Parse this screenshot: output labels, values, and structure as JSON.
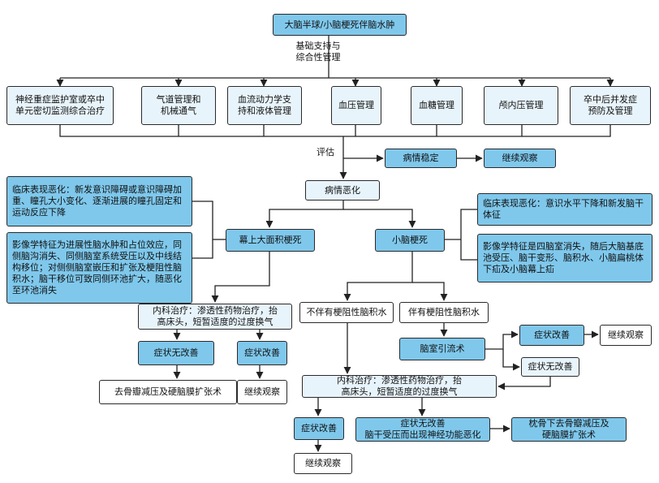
{
  "nodes": {
    "root": "大脑半球/小脑梗死伴脑水肿",
    "m1": "神经重症监护室或卒中\n单元密切监测综合治疗",
    "m2": "气道管理和\n机械通气",
    "m3": "血流动力学支\n持和液体管理",
    "m4": "血压管理",
    "m5": "血糖管理",
    "m6": "颅内压管理",
    "m7": "卒中后并发症\n预防及管理",
    "stable": "病情稳定",
    "observe_top": "继续观察",
    "worsen": "病情恶化",
    "clin_sup": "临床表现恶化：新发意识障碍或意识障碍加重、瞳孔大小变化、逐渐进展的瞳孔固定和运动反应下降",
    "img_sup": "影像学特征为进展性脑水肿和占位效应，同侧脑沟消失、同侧脑室系统受压以及中线结构移位；对侧侧脑室嵌压和扩张及梗阻性脑积水；脑干移位可致同侧环池扩大，随恶化至环池消失",
    "supratentorial": "幕上大面积梗死",
    "cerebellar": "小脑梗死",
    "clin_cer": "临床表现恶化：意识水平下降和新发脑干体征",
    "img_cer": "影像学特征是四脑室消失，随后大脑基底池受压、脑干变形、脑积水、小脑扁桃体下疝及小脑幕上疝",
    "med1": "内科治疗：渗透性药物治疗，抬\n高床头，短暂适度的过度换气",
    "no_improve1": "症状无改善",
    "improve1": "症状改善",
    "decomp": "去骨瓣减压及硬脑膜扩张术",
    "observe1": "继续观察",
    "no_hydro": "不伴有梗阻性脑积水",
    "with_hydro": "伴有梗阻性脑积水",
    "drain": "脑室引流术",
    "improve_drain": "症状改善",
    "observe_drain": "继续观察",
    "no_improve_drain": "症状无改善",
    "med2": "内科治疗：渗透性药物治疗，抬\n高床头，短暂适度的过度换气",
    "improve2": "症状改善",
    "observe2": "继续观察",
    "no_improve2": "症状无改善\n脑干受压而出现神经功能恶化",
    "posterior": "枕骨下去骨瓣减压及\n硬脑膜扩张术"
  },
  "labels": {
    "basic": "基础支持与\n综合性管理",
    "assess": "评估"
  },
  "colors": {
    "box_blue": "#7fc8ec",
    "box_light": "#e8f4fb",
    "line": "#222222"
  }
}
